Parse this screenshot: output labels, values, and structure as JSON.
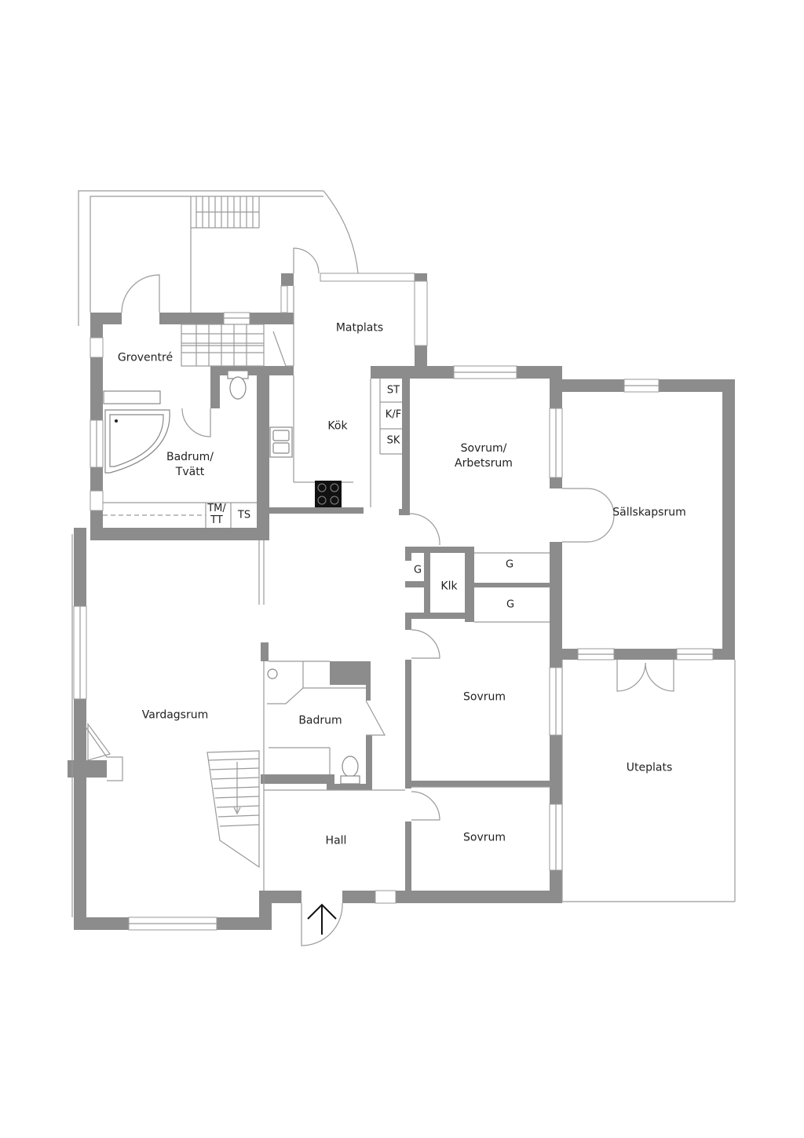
{
  "rooms": {
    "matplats": "Matplats",
    "groventre": "Groventré",
    "kok": "Kök",
    "badrum_tvatt": "Badrum/\nTvätt",
    "sovrum_arbetsrum": "Sovrum/\nArbetsrum",
    "sallskapsrum": "Sällskapsrum",
    "klk": "Klk",
    "vardagsrum": "Vardagsrum",
    "badrum": "Badrum",
    "sovrum_1": "Sovrum",
    "sovrum_2": "Sovrum",
    "uteplats": "Uteplats",
    "hall": "Hall"
  },
  "fixtures": {
    "st": "ST",
    "kf": "K/F",
    "sk": "SK",
    "tm_tt": "TM/\nTT",
    "ts": "TS",
    "g_1": "G",
    "g_2": "G",
    "g_3": "G"
  },
  "colors": {
    "wall": "#8c8c8c",
    "line": "#9a9a9a",
    "text": "#222222",
    "background": "#ffffff"
  }
}
